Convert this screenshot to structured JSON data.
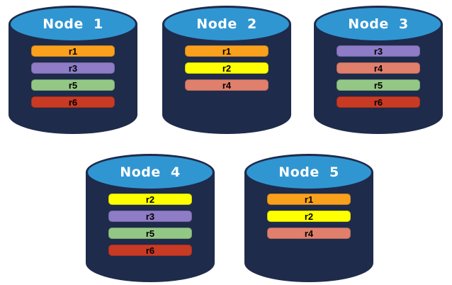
{
  "diagram": {
    "description": "Five database nodes with replica partitions",
    "palette": {
      "cylinder_body": "#1E2B4B",
      "cylinder_top": "#3096D2",
      "cylinder_rim": "#1E2B4B",
      "title_text": "#FFFFFF",
      "bar_text": "#000000",
      "replica_colors": {
        "r1": "#F9A11D",
        "r2": "#FEFF00",
        "r3": "#8E7CC6",
        "r4": "#DF7F6C",
        "r5": "#93C785",
        "r6": "#C93A24"
      }
    },
    "nodes": [
      {
        "label": "Node  1",
        "replicas": [
          "r1",
          "r3",
          "r5",
          "r6"
        ]
      },
      {
        "label": "Node  2",
        "replicas": [
          "r1",
          "r2",
          "r4"
        ]
      },
      {
        "label": "Node  3",
        "replicas": [
          "r3",
          "r4",
          "r5",
          "r6"
        ]
      },
      {
        "label": "Node  4",
        "replicas": [
          "r2",
          "r3",
          "r5",
          "r6"
        ]
      },
      {
        "label": "Node  5",
        "replicas": [
          "r1",
          "r2",
          "r4"
        ]
      }
    ]
  }
}
